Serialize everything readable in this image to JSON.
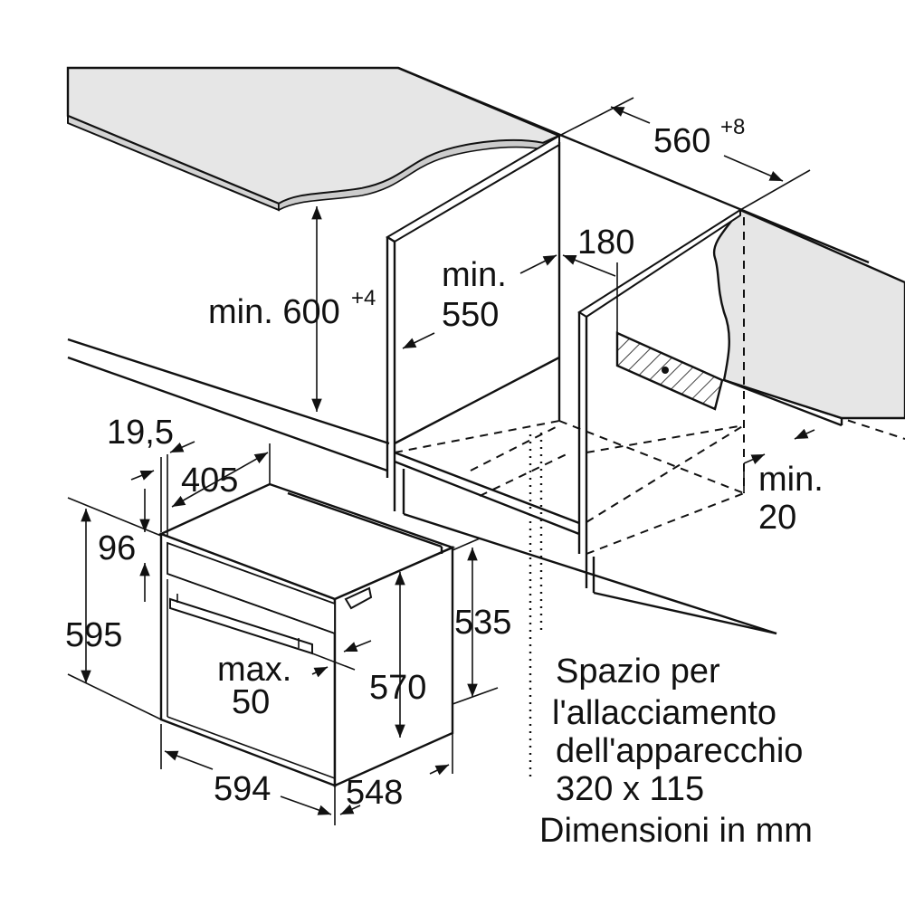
{
  "dimensions": {
    "niche_width": "560",
    "niche_width_tol": "+8",
    "niche_height": "min. 600",
    "niche_height_tol": "+4",
    "niche_depth_line1": "min.",
    "niche_depth_line2": "550",
    "back_gap": "180",
    "side_gap_line1": "min.",
    "side_gap_line2": "20",
    "front_lip": "19,5",
    "door_offset": "405",
    "panel_height": "96",
    "oven_height": "595",
    "handle_line1": "max.",
    "handle_line2": "50",
    "body_height": "570",
    "depth_side": "535",
    "oven_width": "594",
    "oven_depth": "548"
  },
  "notes": {
    "connection_line1": "Spazio per",
    "connection_line2": "l'allacciamento",
    "connection_line3": "dell'apparecchio",
    "connection_line4": "320 x 115",
    "units": "Dimensioni in mm"
  },
  "colors": {
    "worktop": "#e6e6e6",
    "lines": "#111111"
  }
}
